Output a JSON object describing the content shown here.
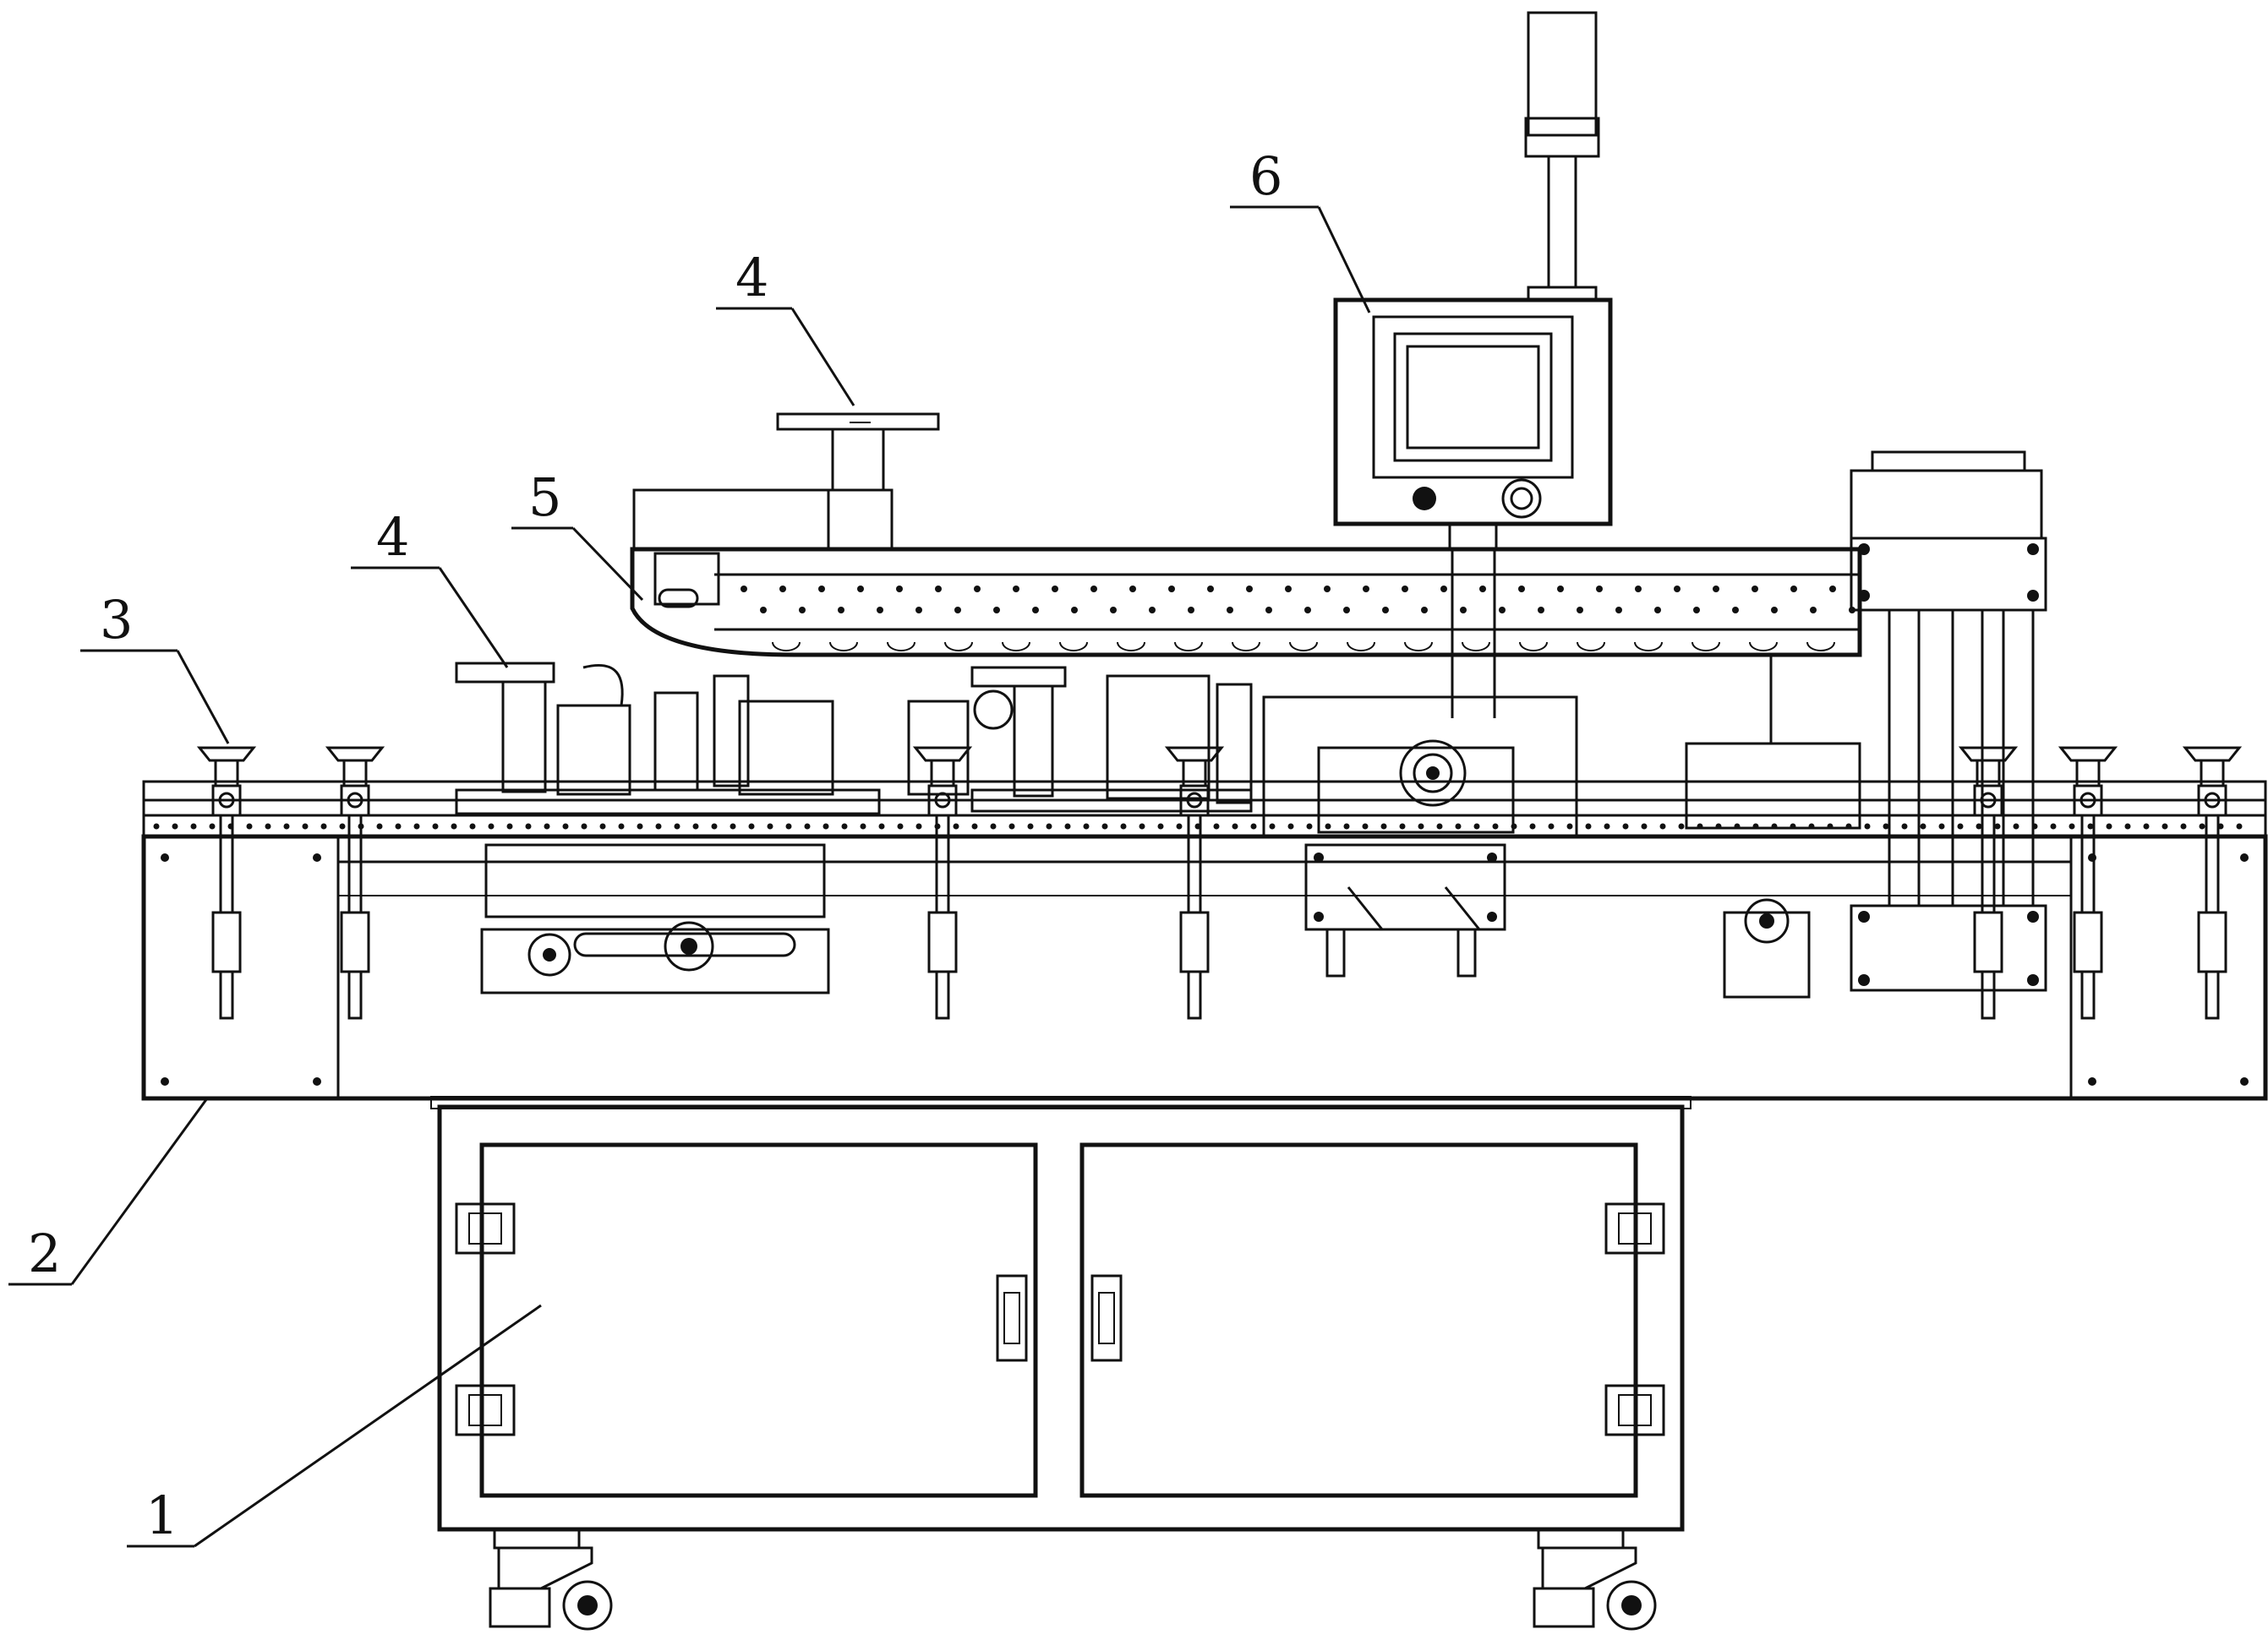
{
  "labels": {
    "l1": "1",
    "l2": "2",
    "l3": "3",
    "l4a": "4",
    "l4b": "4",
    "l5": "5",
    "l6": "6"
  }
}
